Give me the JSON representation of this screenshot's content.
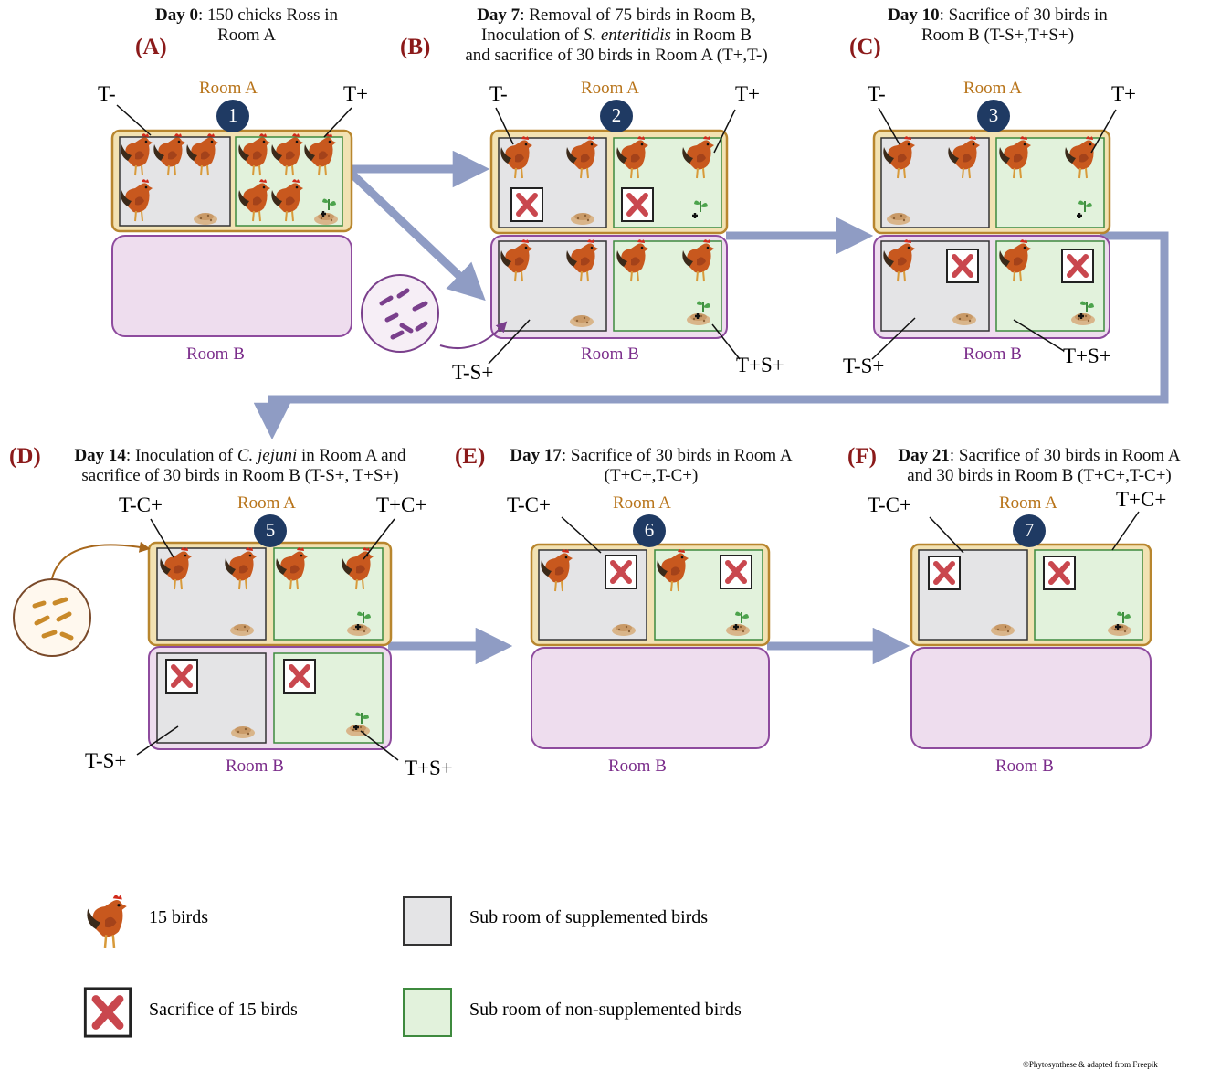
{
  "panels": {
    "A": {
      "letter": "(A)",
      "day": "Day 0",
      "text1": ": 150 chicks Ross in",
      "text2": "Room A"
    },
    "B": {
      "letter": "(B)",
      "day": "Day 7",
      "text1": ": Removal of 75 birds in Room B,",
      "text2a": "Inoculation of ",
      "text2i": "S. enteritidis",
      "text2b": " in Room B",
      "text3": "and sacrifice of 30 birds in Room A (T+,T-)"
    },
    "C": {
      "letter": "(C)",
      "day": "Day 10",
      "text1": ": Sacrifice of 30 birds in",
      "text2": "Room B (T-S+,T+S+)"
    },
    "D": {
      "letter": "(D)",
      "day": "Day 14",
      "text1a": ": Inoculation of ",
      "text1i": "C. jejuni",
      "text1b": " in Room A and",
      "text2": "sacrifice of 30 birds in Room B (T-S+, T+S+)"
    },
    "E": {
      "letter": "(E)",
      "day": "Day 17",
      "text1": ": Sacrifice of 30 birds in Room A",
      "text2": "(T+C+,T-C+)"
    },
    "F": {
      "letter": "(F)",
      "day": "Day 21",
      "text1": ": Sacrifice of 30 birds in Room A",
      "text2": "and 30 birds in Room B (T+C+,T-C+)"
    }
  },
  "rooms": {
    "room_a": "Room A",
    "room_b": "Room B"
  },
  "steps": [
    "1",
    "2",
    "3",
    "5",
    "6",
    "7"
  ],
  "group_labels": {
    "t_minus": "T-",
    "t_plus": "T+",
    "t_minus_s_plus": "T-S+",
    "t_plus_s_plus": "T+S+",
    "t_minus_c_plus": "T-C+",
    "t_plus_c_plus": "T+C+"
  },
  "legend": {
    "bird": "15 birds",
    "sacrifice": "Sacrifice of 15 birds",
    "grey_room": "Sub room of supplemented birds",
    "green_room": "Sub room of non-supplemented birds"
  },
  "credit": "©Phytosynthese & adapted from Freepik",
  "colors": {
    "panel_label": "#8B1A1A",
    "room_a_text": "#B8741A",
    "room_b_text": "#7B2D8B",
    "room_a_fill": "#F2E2B3",
    "room_a_border": "#B8862E",
    "room_b_fill": "#EEDDEE",
    "room_b_border": "#8E4B9E",
    "grey_sub": "#E4E4E6",
    "green_sub": "#E2F2DC",
    "green_border": "#3E8A3E",
    "arrow": "#8F9CC4",
    "badge": "#1F3A63",
    "cross": "#C9474E"
  }
}
